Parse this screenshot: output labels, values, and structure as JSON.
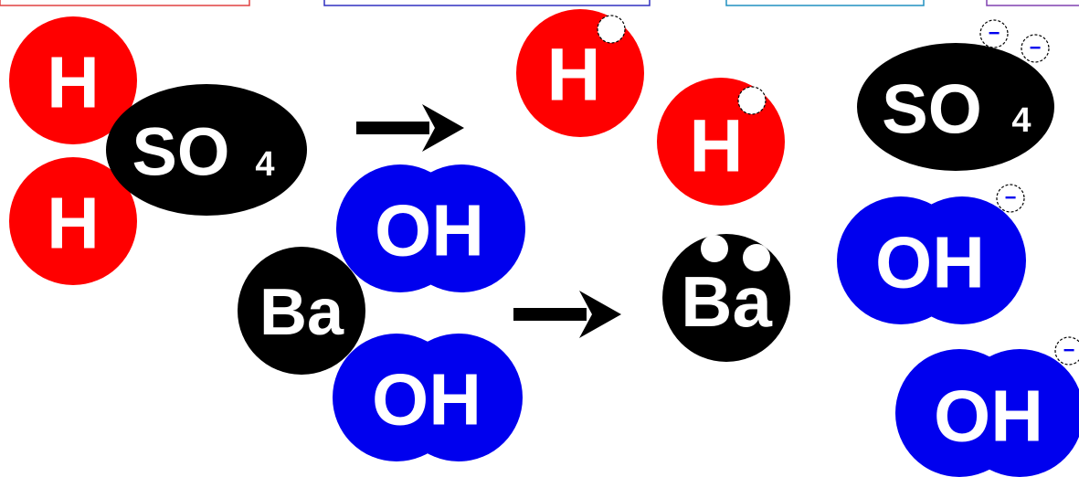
{
  "colors": {
    "hydrogen": "#ff0000",
    "sulfate": "#000000",
    "barium": "#000000",
    "hydroxide": "#0000ee",
    "arrow": "#000000",
    "charge_minus": "#0000ee",
    "charge_plus": "#ffffff",
    "frame_red": "#e04040",
    "frame_blue": "#3030c0",
    "frame_cyan": "#2090c0",
    "frame_purple": "#8040b0"
  },
  "labels": {
    "H": "H",
    "SO": "SO",
    "four": "4",
    "Ba": "Ba",
    "OH": "OH",
    "minus": "−"
  },
  "icons": {
    "arrow": "right-arrow-icon"
  }
}
